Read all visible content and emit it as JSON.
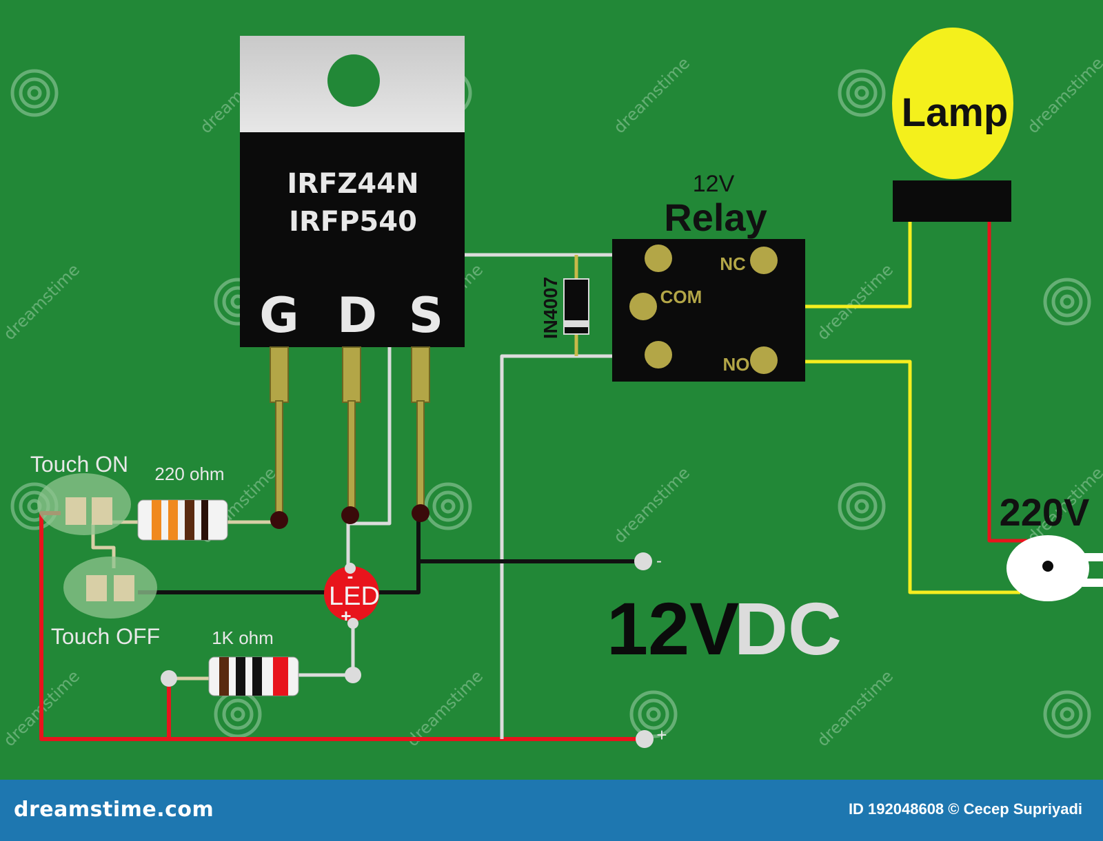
{
  "mosfet": {
    "part1": "IRFZ44N",
    "part2": "IRFP540",
    "pin_gate": "G",
    "pin_drain": "D",
    "pin_source": "S"
  },
  "relay": {
    "voltage": "12V",
    "title": "Relay",
    "nc": "NC",
    "com": "COM",
    "no": "NO"
  },
  "diode": {
    "label": "IN4007"
  },
  "lamp": {
    "label": "Lamp"
  },
  "mains": {
    "label": "220V"
  },
  "touch": {
    "on": "Touch ON",
    "off": "Touch OFF"
  },
  "resistors": {
    "r_gate": "220 ohm",
    "r_led": "1K ohm"
  },
  "led": {
    "label": "LED",
    "minus": "-",
    "plus": "+"
  },
  "supply": {
    "label_a": "12V",
    "label_b": "DC",
    "minus": "-",
    "plus": "+"
  },
  "watermark": {
    "text": "dreamstime"
  },
  "footer": {
    "logo": "dreamstime.com",
    "credit": "ID 192048608 © Cecep Supriyadi"
  },
  "colors": {
    "background": "#228837",
    "wire_red": "#e8141c",
    "wire_yellow": "#f5ee1f",
    "wire_white": "#dcdcdc",
    "wire_black": "#111111",
    "lamp_bulb": "#f4f01c",
    "footer": "#1e77b0"
  }
}
